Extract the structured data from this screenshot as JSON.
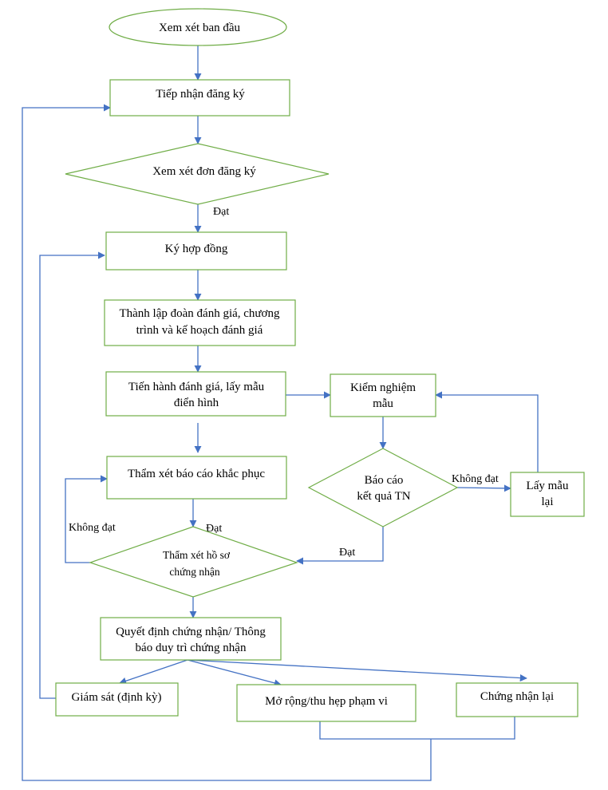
{
  "nodes": {
    "start": "Xem xét ban đầu",
    "register": "Tiếp nhận đăng ký",
    "review_application": "Xem xét đơn đăng ký",
    "contract": "Ký hợp đồng",
    "team_line1": "Thành lập đoàn đánh giá, chương",
    "team_line2": "trình và kế hoạch đánh giá",
    "assess_line1": "Tiến hành đánh giá, lấy mẫu",
    "assess_line2": "điển hình",
    "test_line1": "Kiểm nghiệm",
    "test_line2": "mẫu",
    "report_line1": "Báo cáo",
    "report_line2": "kết quả TN",
    "resample_line1": "Lấy mẫu",
    "resample_line2": "lại",
    "corrective": "Thẩm xét báo cáo khắc phục",
    "dossier_line1": "Thẩm xét hồ sơ",
    "dossier_line2": "chứng nhận",
    "decision_line1": "Quyết định chứng nhận/ Thông",
    "decision_line2": "báo duy trì chứng nhận",
    "surveillance": "Giám sát (định kỳ)",
    "scope": "Mở rộng/thu hẹp phạm vi",
    "recert": "Chứng nhận lại"
  },
  "edge_labels": {
    "pass_review": "Đạt",
    "fail_report": "Không đạt",
    "fail_dossier": "Không đạt",
    "pass_dossier": "Đạt",
    "pass_report": "Đạt"
  },
  "colors": {
    "shape_border": "#70ad47",
    "connector": "#4472c4"
  }
}
